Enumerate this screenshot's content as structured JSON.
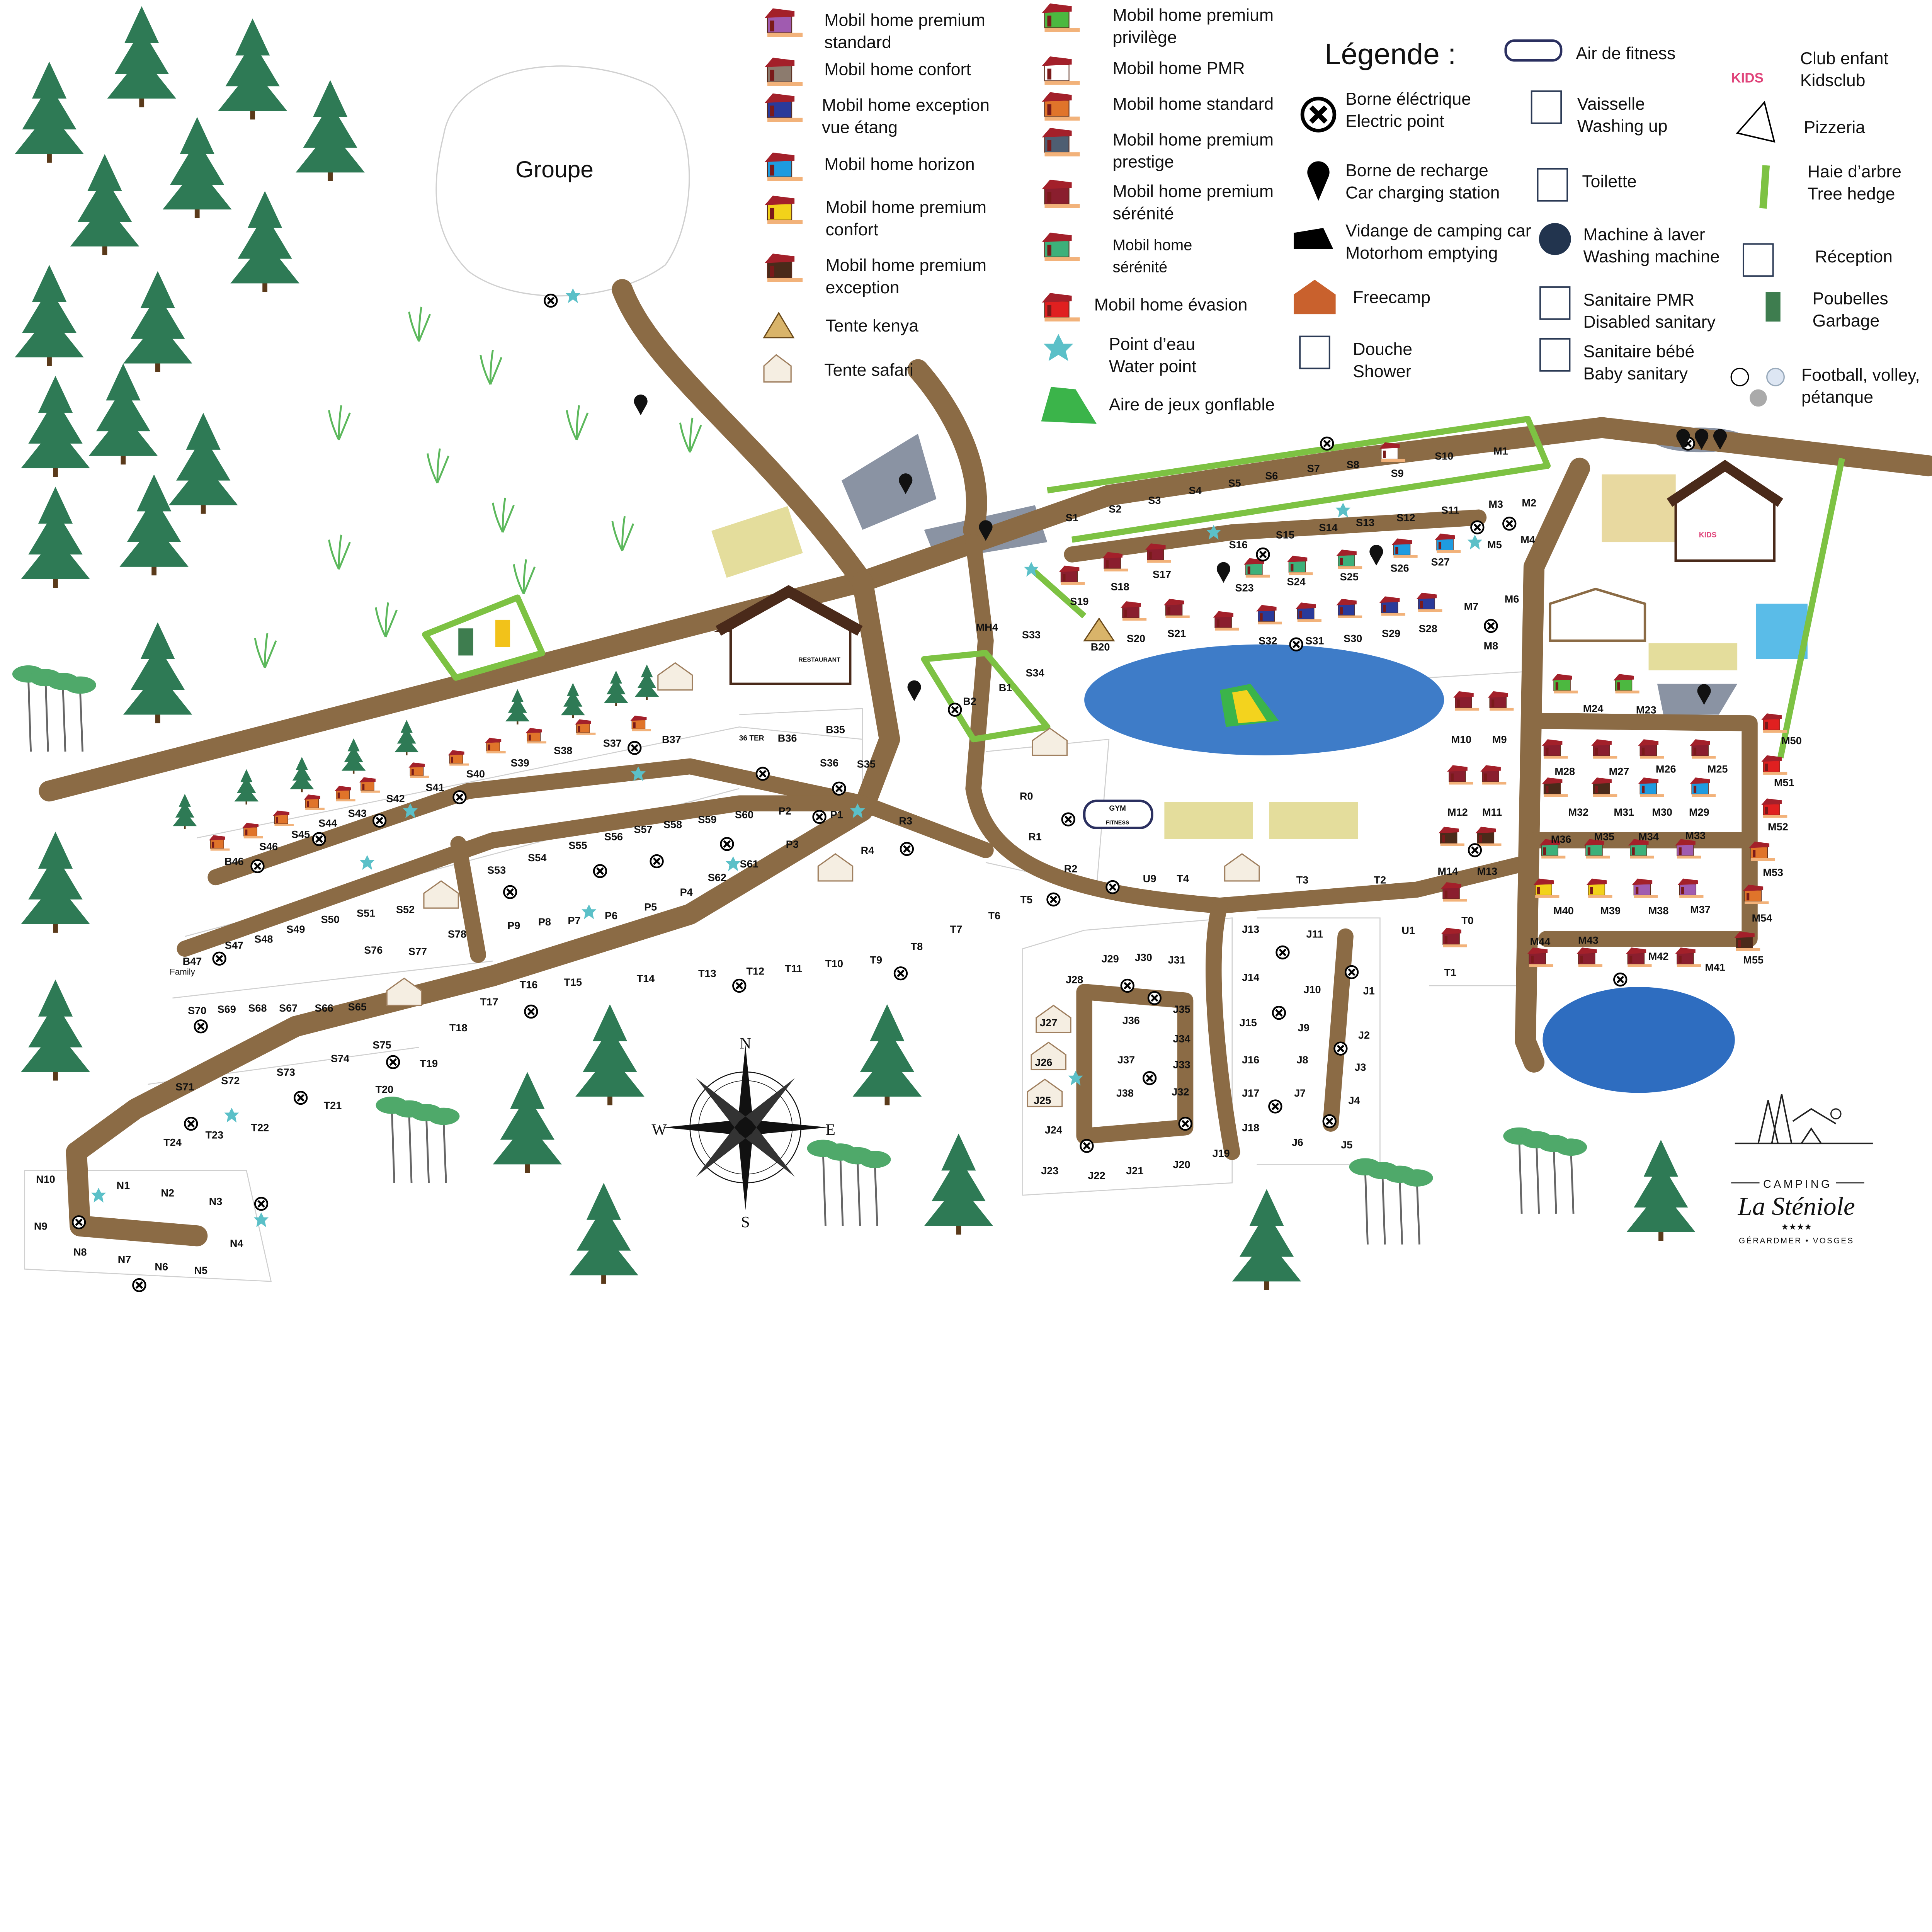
{
  "legend": {
    "title": "Légende :",
    "mobile_homes": [
      {
        "lines": [
          "Mobil home premium",
          "standard"
        ],
        "color": "#A05BB0",
        "icon": "mobile-home-icon"
      },
      {
        "lines": [
          "Mobil home confort"
        ],
        "color": "#8C7B6E",
        "icon": "mobile-home-icon"
      },
      {
        "lines": [
          "Mobil home exception",
          "vue étang"
        ],
        "color": "#2A3A9A",
        "icon": "mobile-home-icon"
      },
      {
        "lines": [
          "Mobil home horizon"
        ],
        "color": "#1E9BE0",
        "icon": "mobile-home-icon"
      },
      {
        "lines": [
          "Mobil home premium",
          "confort"
        ],
        "color": "#F2D21A",
        "icon": "mobile-home-icon"
      },
      {
        "lines": [
          "Mobil home premium",
          "exception"
        ],
        "color": "#4A2A1A",
        "icon": "mobile-home-icon"
      },
      {
        "lines": [
          "Tente kenya"
        ],
        "color": "#D9B46A",
        "icon": "tent-icon"
      },
      {
        "lines": [
          "Tente safari"
        ],
        "color": "#F5EEE2",
        "icon": "safari-tent-icon"
      },
      {
        "lines": [
          "Mobil home premium",
          "privilège"
        ],
        "color": "#4CB840",
        "icon": "mobile-home-icon"
      },
      {
        "lines": [
          "Mobil home PMR"
        ],
        "color": "#FFFFFF",
        "icon": "mobile-home-icon"
      },
      {
        "lines": [
          "Mobil home standard"
        ],
        "color": "#E0742A",
        "icon": "mobile-home-icon"
      },
      {
        "lines": [
          "Mobil home premium",
          "prestige"
        ],
        "color": "#4E5E72",
        "icon": "mobile-home-icon"
      },
      {
        "lines": [
          "Mobil home premium",
          "sérénité"
        ],
        "color": "#8A1E2E",
        "icon": "mobile-home-icon"
      },
      {
        "lines": [
          "Mobil home",
          "sérénité"
        ],
        "color": "#3DB07A",
        "icon": "mobile-home-icon"
      },
      {
        "lines": [
          "Mobil home évasion"
        ],
        "color": "#E02020",
        "icon": "mobile-home-icon"
      },
      {
        "lines": [
          "Point d’eau",
          "Water point"
        ],
        "color": "#5BC0C8",
        "icon": "water-point-star-icon"
      },
      {
        "lines": [
          "Aire de jeux gonflable"
        ],
        "color": "#3BB44A",
        "icon": "inflatable-playground-icon"
      }
    ],
    "services": [
      {
        "lines": [
          "Borne éléctrique",
          "Electric point"
        ],
        "icon": "electric-point-icon"
      },
      {
        "lines": [
          "Borne de recharge",
          "Car charging station"
        ],
        "icon": "car-charging-pin-icon"
      },
      {
        "lines": [
          "Vidange de camping car",
          "Motorhom emptying"
        ],
        "icon": "motorhome-icon"
      },
      {
        "lines": [
          "Freecamp"
        ],
        "icon": "freecamp-cabin-icon"
      },
      {
        "lines": [
          "Douche",
          "Shower"
        ],
        "icon": "shower-icon"
      },
      {
        "lines": [
          "Air de fitness"
        ],
        "icon": "gym-icon"
      },
      {
        "lines": [
          "Vaisselle",
          "Washing up"
        ],
        "icon": "dishes-icon"
      },
      {
        "lines": [
          "Toilette"
        ],
        "icon": "toilet-icon"
      },
      {
        "lines": [
          "Machine à laver",
          "Washing machine"
        ],
        "icon": "washing-machine-icon"
      },
      {
        "lines": [
          "Sanitaire PMR",
          "Disabled sanitary"
        ],
        "icon": "wheelchair-icon"
      },
      {
        "lines": [
          "Sanitaire bébé",
          "Baby sanitary"
        ],
        "icon": "baby-icon"
      },
      {
        "lines": [
          "Club enfant",
          "Kidsclub"
        ],
        "icon": "kids-club-icon"
      },
      {
        "lines": [
          "Pizzeria"
        ],
        "icon": "pizza-icon"
      },
      {
        "lines": [
          "Haie d’arbre",
          "Tree hedge"
        ],
        "icon": "hedge-icon"
      },
      {
        "lines": [
          "Réception"
        ],
        "icon": "reception-icon"
      },
      {
        "lines": [
          "Poubelles",
          "Garbage"
        ],
        "icon": "garbage-bin-icon"
      },
      {
        "lines": [
          "Football, volley,",
          "pétanque"
        ],
        "icon": "sports-balls-icon"
      }
    ]
  },
  "colors": {
    "road": "#8B6B45",
    "hedge": "#7DC243",
    "lake": "#3E7CC8",
    "tree": "#2E7A55",
    "parking": "#8A93A3",
    "petanque_court": "#E4DD9C"
  },
  "map": {
    "group_area": "Groupe",
    "restaurant_sign": "RESTAURANT",
    "gym_sign": {
      "top": "GYM",
      "bottom": "FITNESS"
    },
    "kids_sign": "KIDS",
    "family_note": "Family",
    "compass": {
      "n": "N",
      "s": "S",
      "e": "E",
      "w": "W"
    },
    "plots": [
      "S1",
      "S2",
      "S3",
      "S4",
      "S5",
      "S6",
      "S7",
      "S8",
      "S9",
      "S10",
      "M1",
      "M2",
      "M3",
      "M4",
      "M5",
      "M6",
      "M7",
      "M8",
      "S11",
      "S12",
      "S13",
      "S14",
      "S15",
      "S16",
      "S17",
      "S18",
      "S19",
      "S20",
      "S21",
      "S23",
      "S24",
      "S25",
      "S26",
      "S27",
      "S28",
      "S29",
      "S30",
      "S31",
      "S32",
      "S33",
      "S34",
      "MH4",
      "B1",
      "B2",
      "B20",
      "B35",
      "B36",
      "36 TER",
      "B37",
      "S37",
      "S38",
      "S39",
      "S40",
      "S41",
      "S42",
      "S43",
      "S44",
      "S45",
      "S46",
      "B46",
      "S36",
      "S35",
      "P1",
      "P2",
      "P3",
      "P4",
      "P5",
      "P6",
      "P7",
      "P8",
      "P9",
      "S53",
      "S54",
      "S55",
      "S56",
      "S57",
      "S58",
      "S59",
      "S60",
      "S61",
      "S62",
      "R0",
      "R1",
      "R2",
      "R3",
      "R4",
      "U9",
      "T4",
      "T3",
      "T2",
      "U1",
      "T5",
      "T6",
      "T7",
      "T8",
      "T9",
      "T10",
      "T11",
      "T12",
      "T13",
      "T14",
      "T15",
      "T16",
      "T17",
      "T18",
      "T19",
      "T20",
      "T21",
      "T22",
      "T23",
      "T24",
      "S47",
      "S48",
      "S49",
      "S50",
      "S51",
      "S52",
      "S76",
      "S77",
      "S78",
      "B47",
      "S70",
      "S69",
      "S68",
      "S67",
      "S66",
      "S65",
      "S75",
      "S74",
      "S73",
      "S72",
      "S71",
      "N1",
      "N2",
      "N3",
      "N4",
      "N5",
      "N6",
      "N7",
      "N8",
      "N9",
      "N10",
      "J1",
      "J2",
      "J3",
      "J4",
      "J5",
      "J6",
      "J7",
      "J8",
      "J9",
      "J10",
      "J11",
      "J13",
      "J14",
      "J15",
      "J16",
      "J17",
      "J18",
      "J19",
      "J20",
      "J21",
      "J22",
      "J23",
      "J24",
      "J25",
      "J26",
      "J27",
      "J28",
      "J29",
      "J30",
      "J31",
      "J32",
      "J33",
      "J34",
      "J35",
      "J36",
      "J37",
      "J38",
      "M9",
      "M10",
      "M11",
      "M12",
      "M13",
      "M14",
      "T0",
      "T1",
      "M23",
      "M24",
      "M25",
      "M26",
      "M27",
      "M28",
      "M29",
      "M30",
      "M31",
      "M32",
      "M33",
      "M34",
      "M35",
      "M36",
      "M37",
      "M38",
      "M39",
      "M40",
      "M41",
      "M42",
      "M43",
      "M44",
      "M50",
      "M51",
      "M52",
      "M53",
      "M54",
      "M55"
    ]
  },
  "logo": {
    "camping": "CAMPING",
    "name": "La Sténiole",
    "stars": "★★★★",
    "location": "GÉRARDMER • VOSGES"
  }
}
